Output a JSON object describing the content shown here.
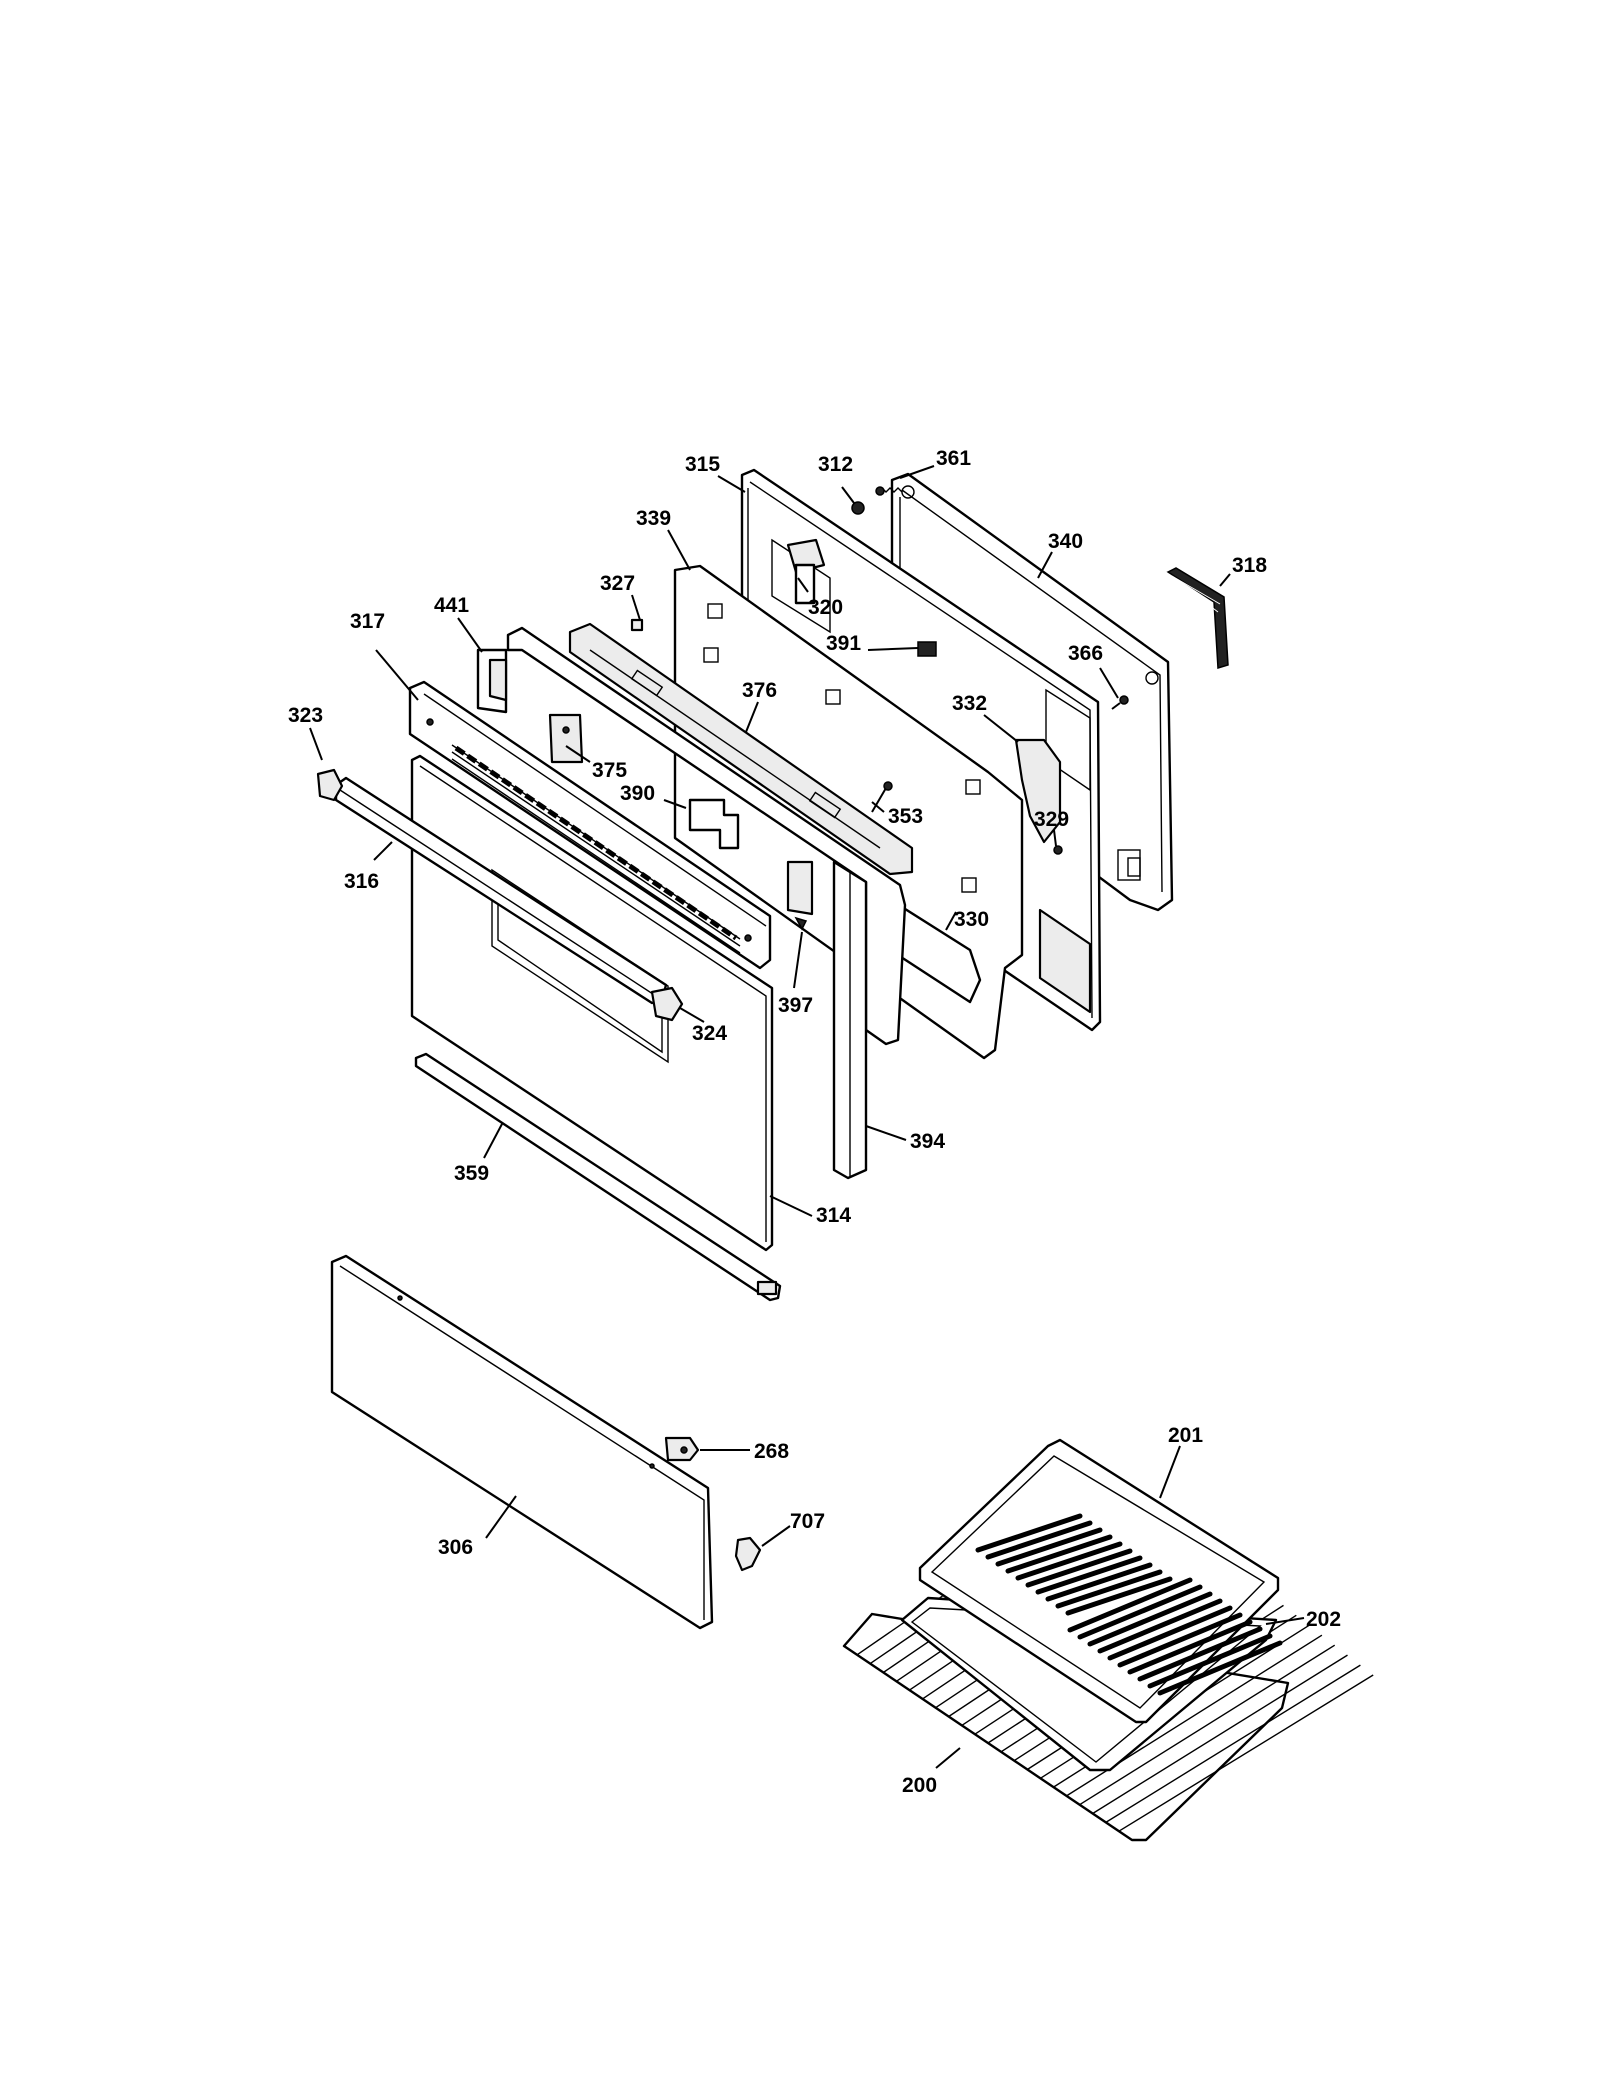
{
  "labels": {
    "p315": "315",
    "p312": "312",
    "p361": "361",
    "p339": "339",
    "p340": "340",
    "p318": "318",
    "p327": "327",
    "p320": "320",
    "p441": "441",
    "p317": "317",
    "p391": "391",
    "p366": "366",
    "p376": "376",
    "p332": "332",
    "p323": "323",
    "p375": "375",
    "p390": "390",
    "p353": "353",
    "p329": "329",
    "p316": "316",
    "p330": "330",
    "p397": "397",
    "p324": "324",
    "p394": "394",
    "p359": "359",
    "p314": "314",
    "p268": "268",
    "p201": "201",
    "p707": "707",
    "p306": "306",
    "p202": "202",
    "p200": "200"
  }
}
